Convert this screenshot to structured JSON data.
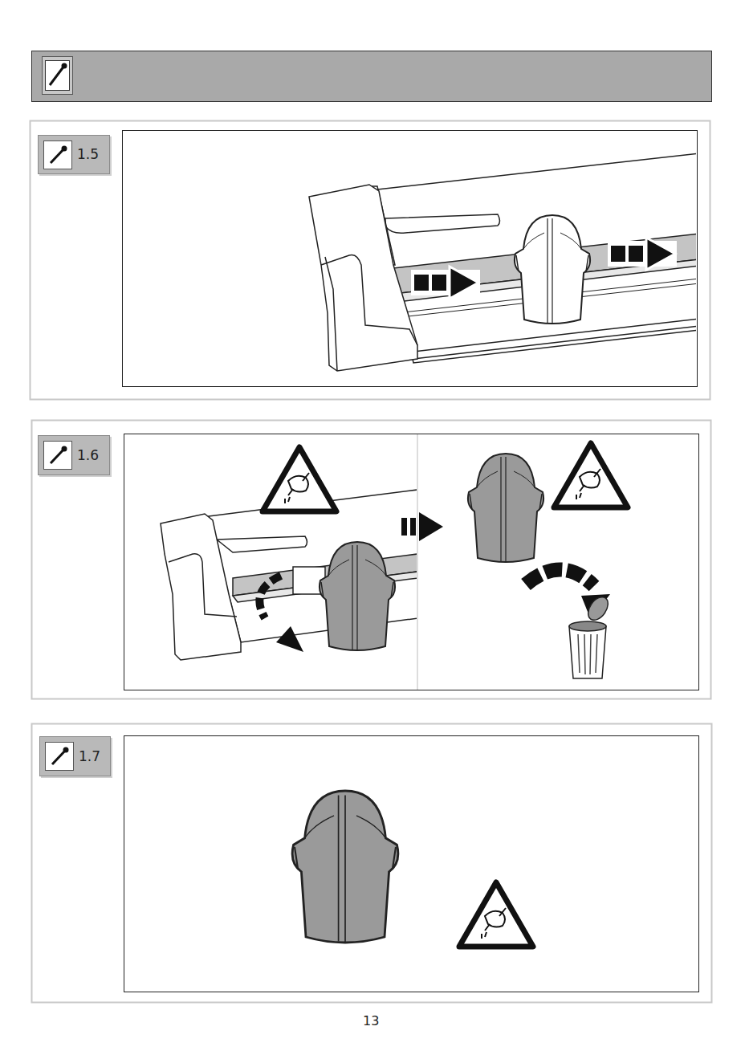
{
  "diagram": {
    "nodes": [
      {
        "text": [
          "1.5"
        ]
      },
      {
        "text": [
          "1.6"
        ]
      },
      {
        "text": [
          "1.7"
        ]
      }
    ],
    "labels": [
      "13"
    ]
  }
}
